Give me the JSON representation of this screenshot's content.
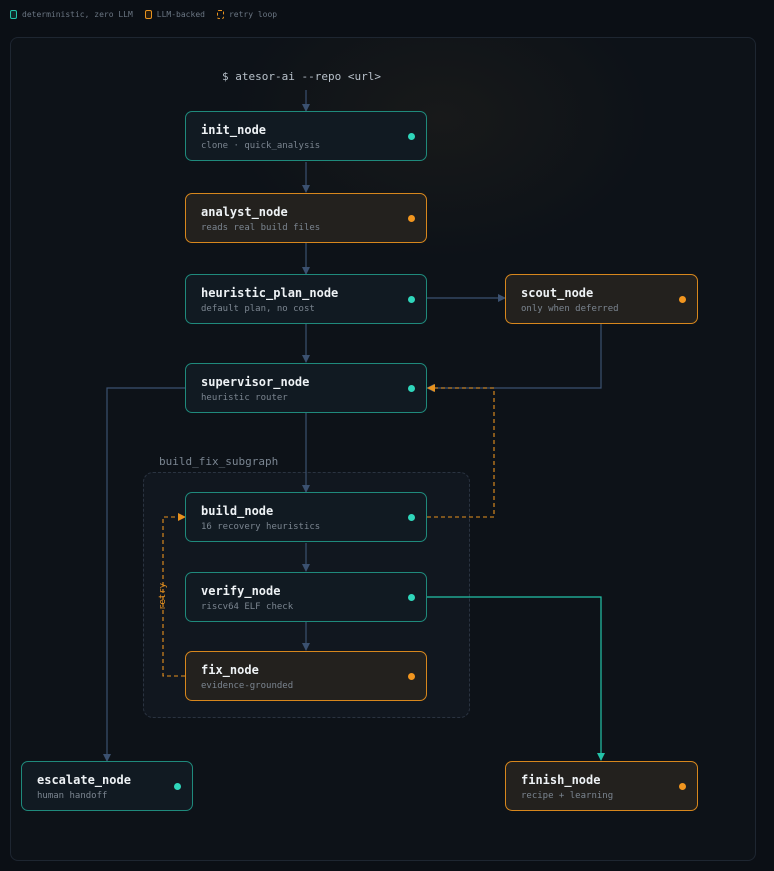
{
  "legend": {
    "deterministic": "deterministic, zero LLM",
    "llm": "LLM-backed",
    "retry": "retry loop"
  },
  "command": "$ atesor-ai --repo <url>",
  "subgraph_label": "build_fix_subgraph",
  "retry_label": "retry",
  "colors": {
    "deterministic": "#23c2a8",
    "llm": "#e8921e",
    "edge": "#3b5170"
  },
  "nodes": {
    "init": {
      "title": "init_node",
      "sub": "clone · quick_analysis",
      "kind": "deterministic"
    },
    "analyst": {
      "title": "analyst_node",
      "sub": "reads real build files",
      "kind": "llm"
    },
    "heuristic": {
      "title": "heuristic_plan_node",
      "sub": "default plan, no cost",
      "kind": "deterministic"
    },
    "scout": {
      "title": "scout_node",
      "sub": "only when deferred",
      "kind": "llm"
    },
    "supervisor": {
      "title": "supervisor_node",
      "sub": "heuristic router",
      "kind": "deterministic"
    },
    "build": {
      "title": "build_node",
      "sub": "16 recovery heuristics",
      "kind": "deterministic"
    },
    "verify": {
      "title": "verify_node",
      "sub": "riscv64 ELF check",
      "kind": "deterministic"
    },
    "fix": {
      "title": "fix_node",
      "sub": "evidence-grounded",
      "kind": "llm"
    },
    "escalate": {
      "title": "escalate_node",
      "sub": "human handoff",
      "kind": "deterministic"
    },
    "finish": {
      "title": "finish_node",
      "sub": "recipe + learning",
      "kind": "llm"
    }
  }
}
